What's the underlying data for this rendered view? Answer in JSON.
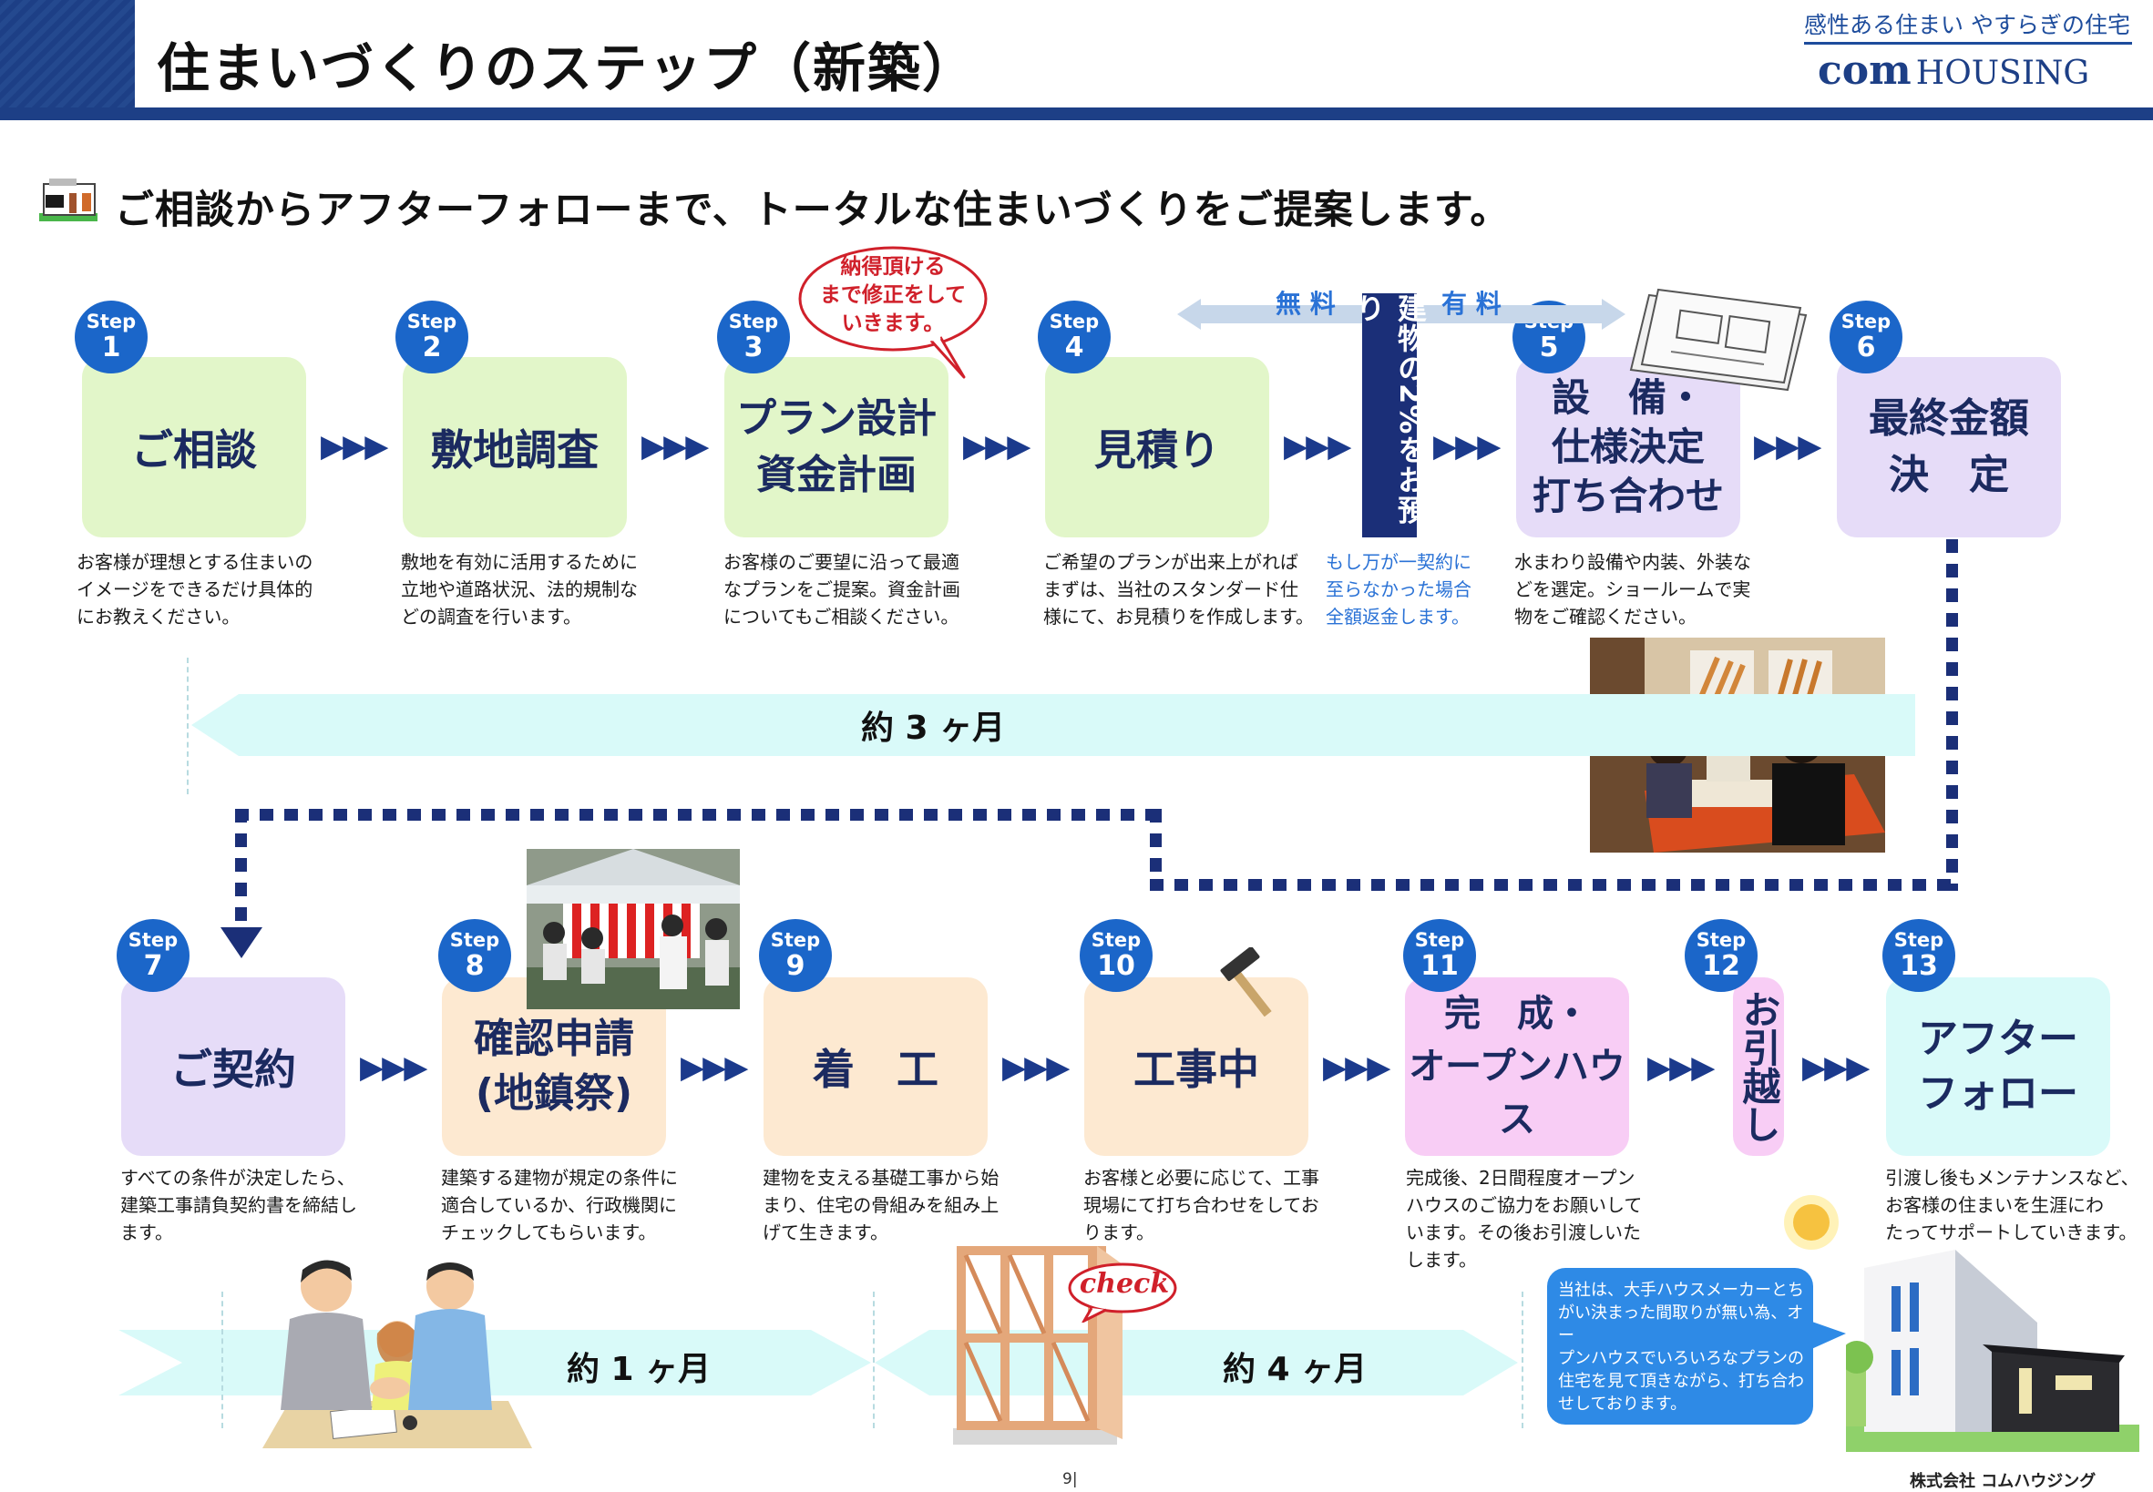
{
  "header": {
    "title": "住まいづくりのステップ（新築）",
    "brand_tagline": "感性ある住まい やすらぎの住宅",
    "brand_logo_a": "com",
    "brand_logo_b": "HOUSING"
  },
  "subtitle": "ご相談からアフターフォローまで、トータルな住まいづくりをご提案します。",
  "step_word": "Step",
  "callout": "納得頂ける\nまで修正をして\nいきます。",
  "free_label": "無 料",
  "paid_label": "有 料",
  "deposit_label": "建物の2%をお預り",
  "deposit_note": "もし万が一契約に\n至らなかった場合\n全額返金します。",
  "steps": [
    {
      "num": "1",
      "title": "ご相談",
      "desc": "お客様が理想とする住まいの\nイメージをできるだけ具体的\nにお教えください。"
    },
    {
      "num": "2",
      "title": "敷地調査",
      "desc": "敷地を有効に活用するために\n立地や道路状況、法的規制な\nどの調査を行います。"
    },
    {
      "num": "3",
      "title": "プラン設計\n資金計画",
      "desc": "お客様のご要望に沿って最適\nなプランをご提案。資金計画\nについてもご相談ください。"
    },
    {
      "num": "4",
      "title": "見積り",
      "desc": "ご希望のプランが出来上がれば\nまずは、当社のスタンダード仕\n様にて、お見積りを作成します。"
    },
    {
      "num": "5",
      "title": "設　備・\n仕様決定\n打ち合わせ",
      "desc": "水まわり設備や内装、外装な\nどを選定。ショールームで実\n物をご確認ください。"
    },
    {
      "num": "6",
      "title": "最終金額\n決　定",
      "desc": ""
    },
    {
      "num": "7",
      "title": "ご契約",
      "desc": "すべての条件が決定したら、\n建築工事請負契約書を締結し\nます。"
    },
    {
      "num": "8",
      "title": "確認申請\n(地鎮祭)",
      "desc": "建築する建物が規定の条件に\n適合しているか、行政機関に\nチェックしてもらいます。"
    },
    {
      "num": "9",
      "title": "着　工",
      "desc": "建物を支える基礎工事から始\nまり、住宅の骨組みを組み上\nげて生きます。"
    },
    {
      "num": "10",
      "title": "工事中",
      "desc": "お客様と必要に応じて、工事\n現場にて打ち合わせをしてお\nります。"
    },
    {
      "num": "11",
      "title": "完　成・\nオープンハウス",
      "desc": "完成後、2日間程度オープン\nハウスのご協力をお願いして\nいます。その後お引渡しいた\nします。"
    },
    {
      "num": "12",
      "title": "お引越し",
      "desc": ""
    },
    {
      "num": "13",
      "title": "アフター\nフォロー",
      "desc": "引渡し後もメンテナンスなど、\nお客様の住まいを生涯にわ\nたってサポートしていきます。"
    }
  ],
  "durations": {
    "d1": "約 3 ヶ月",
    "d2": "約 1 ヶ月",
    "d3": "約 4 ヶ月"
  },
  "check_label": "check",
  "bubble_note": "当社は、大手ハウスメーカーとち\nがい決まった間取りが無い為、オー\nプンハウスでいろいろなプランの\n住宅を見て頂きながら、打ち合わ\nせしております。",
  "footer": {
    "page": "9|",
    "company": "株式会社 コムハウジング"
  },
  "colors": {
    "navy": "#1d3f86",
    "badge": "#1b66c9",
    "bubble": "#2e8ae6",
    "callout_red": "#d0202a"
  }
}
